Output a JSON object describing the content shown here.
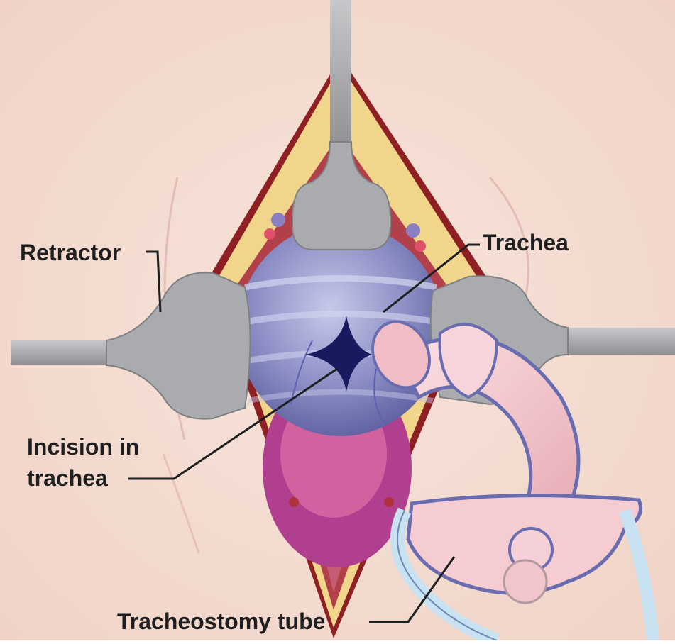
{
  "labels": {
    "retractor": "Retractor",
    "trachea": "Trachea",
    "incision_line1": "Incision in",
    "incision_line2": "trachea",
    "tracheostomy_tube": "Tracheostomy tube"
  },
  "colors": {
    "skin": "#f4ddd3",
    "retractor": "#a9abae",
    "fat": "#f1d58a",
    "wound_edge": "#8e1f22",
    "trachea": "#8d8fc4",
    "incision": "#18195e",
    "tube": "#f0c5cc",
    "tube_outline": "#6a6cb0"
  }
}
